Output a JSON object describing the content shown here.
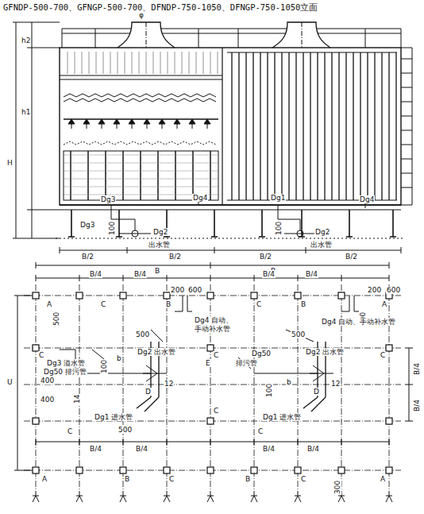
{
  "diagram": {
    "title": "GFNDP-500-700、GFNGP-500-700、DFNDP-750-1050、DFNGP-750-1050立面",
    "labels": [
      "h2",
      "H",
      "h1",
      "φ",
      "Dg3",
      "Dg4",
      "Dg1",
      "Dg4",
      "Dg3",
      "Dg2",
      "出水管",
      "100",
      "Dg2",
      "出水管",
      "100",
      "B/2",
      "B/2",
      "B/2",
      "B/2",
      "B",
      "B",
      "B/4",
      "B/4",
      "200",
      "600",
      "B/4",
      "B/4",
      "200",
      "600",
      "A",
      "C",
      "B",
      "500",
      "Dg4 自动、",
      "手动补水管",
      "C",
      "B",
      "A",
      "500",
      "Dg4 自动、手动补水管",
      "C",
      "Dg3 溢水管",
      "Dg50 排污管",
      "500",
      "Dg2 出水管",
      "C",
      "500",
      "Dg2 出水管",
      "Dg50",
      "排污管",
      "C",
      "b",
      "D",
      "E",
      "D",
      "100",
      "400",
      "400",
      "14",
      "12",
      "12",
      "b",
      "Dg1 进水管",
      "Dg1 进水管",
      "500",
      "B/4",
      "B/4",
      "U",
      "C",
      "C",
      "C",
      "B/4",
      "B/4",
      "B/4",
      "B/4",
      "A",
      "B",
      "C",
      "B",
      "C",
      "A",
      "300",
      "100"
    ]
  }
}
